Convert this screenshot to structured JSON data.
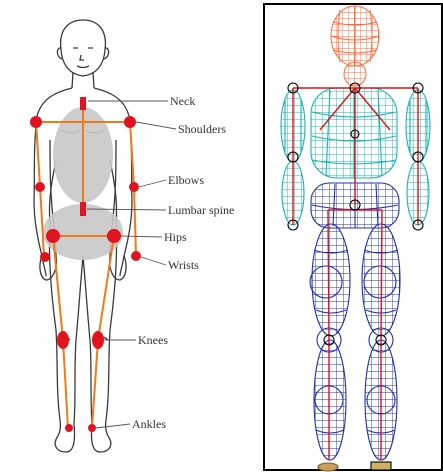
{
  "labels": {
    "neck": "Neck",
    "shoulders": "Shoulders",
    "elbows": "Elbows",
    "lumbar_spine": "Lumbar spine",
    "hips": "Hips",
    "wrists": "Wrists",
    "knees": "Knees",
    "ankles": "Ankles"
  },
  "colors": {
    "joint": "#e0141e",
    "bone": "#f07a1a",
    "body_region": "#c8c8c8",
    "outline": "#3a3a3a",
    "wire_head": "#ff6a3a",
    "wire_torso": "#18b4b4",
    "wire_limbs": "#2030b0",
    "wire_skeleton": "#e01010",
    "panel_border": "#000000"
  }
}
